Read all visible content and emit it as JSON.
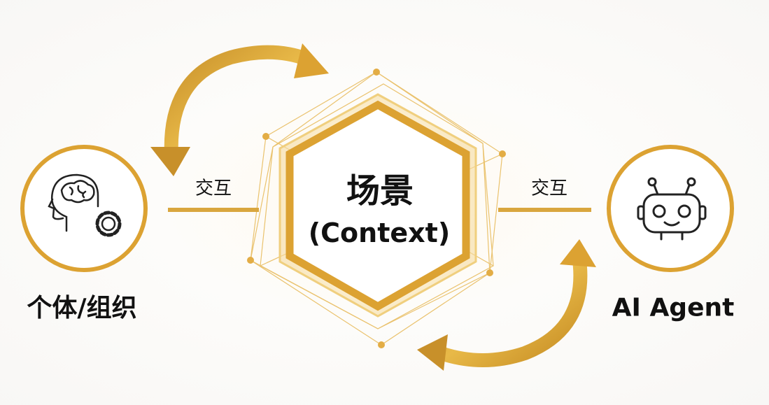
{
  "center": {
    "title": "场景",
    "subtitle": "(Context)"
  },
  "left_node": {
    "label": "个体/组织",
    "icon": "brain-head-gear-icon"
  },
  "right_node": {
    "label": "AI Agent",
    "icon": "robot-icon"
  },
  "left_link": {
    "label": "交互"
  },
  "right_link": {
    "label": "交互"
  },
  "colors": {
    "gold": "#d9a531",
    "gold_dark": "#b9811c",
    "text": "#111111"
  }
}
